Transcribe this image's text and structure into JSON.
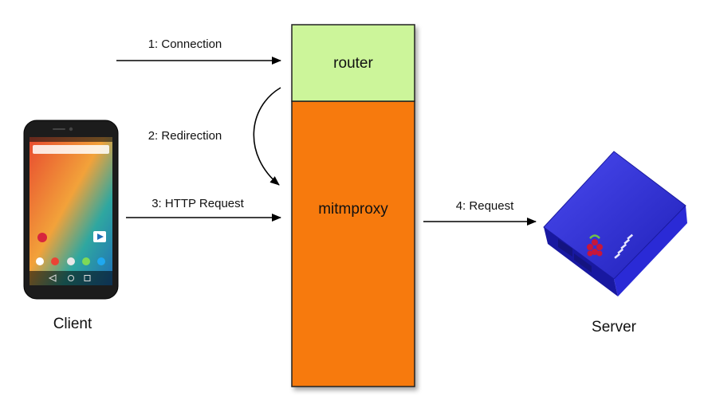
{
  "nodes": {
    "router": {
      "label": "router",
      "fill": "#ccf59a"
    },
    "mitmproxy": {
      "label": "mitmproxy",
      "fill": "#f77a10"
    },
    "client": {
      "label": "Client"
    },
    "server": {
      "label": "Server"
    }
  },
  "edges": [
    {
      "id": "connection",
      "label": "1: Connection"
    },
    {
      "id": "redirection",
      "label": "2: Redirection"
    },
    {
      "id": "http-request",
      "label": "3: HTTP Request"
    },
    {
      "id": "request",
      "label": "4: Request"
    }
  ],
  "icons": {
    "client": "smartphone-icon",
    "server": "raspberry-pi-case-icon"
  },
  "colors": {
    "pi_case": "#2a2ad6",
    "phone_body": "#1c1c1c"
  }
}
